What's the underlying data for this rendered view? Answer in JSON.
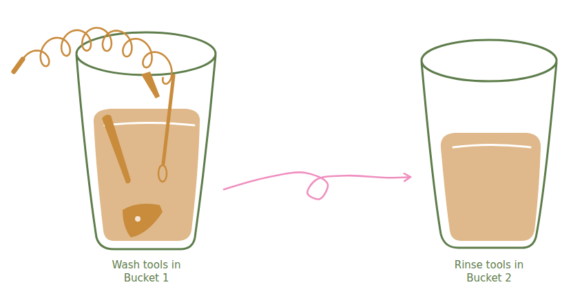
{
  "diagram": {
    "nodes": [
      {
        "text": [
          "Wash tools in Bucket 1"
        ]
      },
      {
        "text": [
          "Rinse tools in Bucket 2"
        ]
      }
    ],
    "edges": [
      {
        "from": 0,
        "to": 1,
        "arrow": "to"
      }
    ]
  }
}
